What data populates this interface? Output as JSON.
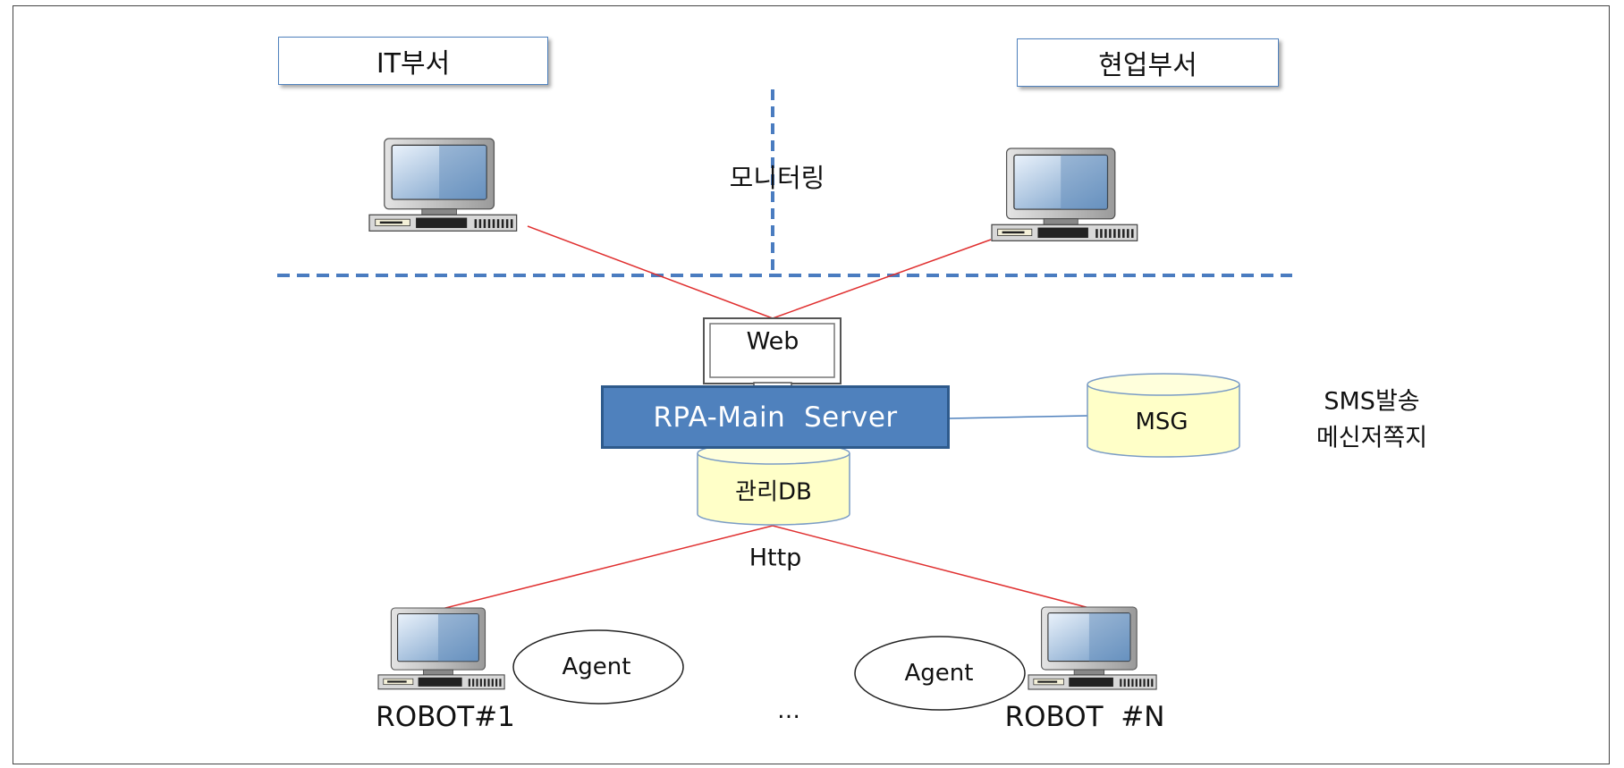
{
  "departments": {
    "it": "IT부서",
    "business": "현업부서"
  },
  "monitoring_label": "모니터링",
  "web_label": "Web",
  "server_label": "RPA-Main  Server",
  "management_db_label": "관리DB",
  "msg_label": "MSG",
  "sms_note": {
    "line1": "SMS발송",
    "line2": "메신저쪽지"
  },
  "http_label": "Http",
  "agents": {
    "agent1": "Agent",
    "agentN": "Agent"
  },
  "robots": {
    "robot1": "ROBOT#1",
    "robotN": "ROBOT  #N",
    "ellipsis": "…"
  },
  "colors": {
    "link_line": "#e03030",
    "divider": "#4a7cc0",
    "server_fill": "#4f81bd",
    "db_fill": "#ffffc8"
  }
}
